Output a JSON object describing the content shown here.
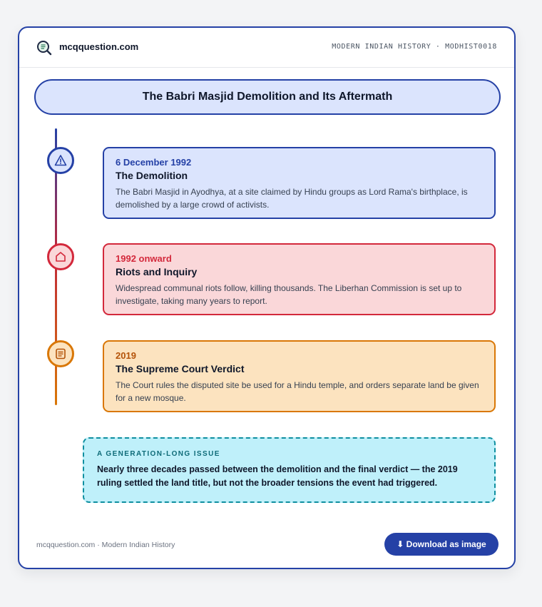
{
  "header": {
    "brand": "mcqquestion.com",
    "crumb": "MODERN INDIAN HISTORY · MODHIST0018",
    "logo_icon": "magnifier-document-icon"
  },
  "title": "The Babri Masjid Demolition and Its Aftermath",
  "timeline": [
    {
      "date": "6 December 1992",
      "title": "The Demolition",
      "description": "The Babri Masjid in Ayodhya, at a site claimed by Hindu groups as Lord Rama's birthplace, is demolished by a large crowd of activists.",
      "icon": "warning-triangle-icon",
      "color": "#2541a6"
    },
    {
      "date": "1992 onward",
      "title": "Riots and Inquiry",
      "description": "Widespread communal riots follow, killing thousands. The Liberhan Commission is set up to investigate, taking many years to report.",
      "icon": "house-icon",
      "color": "#d3283b"
    },
    {
      "date": "2019",
      "title": "The Supreme Court Verdict",
      "description": "The Court rules the disputed site be used for a Hindu temple, and orders separate land be given for a new mosque.",
      "icon": "document-icon",
      "color": "#d97706"
    }
  ],
  "note": {
    "kicker": "A GENERATION-LONG ISSUE",
    "body": "Nearly three decades passed between the demolition and the final verdict — the 2019 ruling settled the land title, but not the broader tensions the event had triggered."
  },
  "footer": {
    "text": "mcqquestion.com · Modern Indian History",
    "download_label": "⬇ Download as image"
  }
}
